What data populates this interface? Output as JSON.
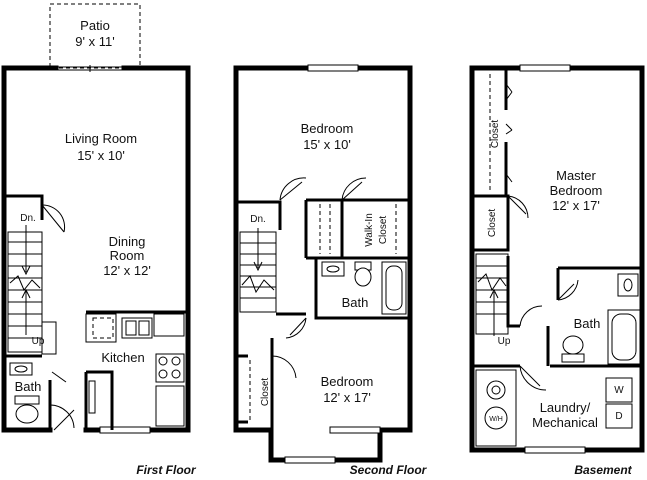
{
  "floors": {
    "first": {
      "caption": "First Floor",
      "rooms": {
        "patio_name": "Patio",
        "patio_size": "9' x 11'",
        "living_name": "Living Room",
        "living_size": "15' x 10'",
        "dining_name1": "Dining",
        "dining_name2": "Room",
        "dining_size": "12' x 12'",
        "kitchen": "Kitchen",
        "bath": "Bath",
        "stair_down": "Dn.",
        "stair_up": "Up"
      }
    },
    "second": {
      "caption": "Second Floor",
      "rooms": {
        "bed1_name": "Bedroom",
        "bed1_size": "15' x 10'",
        "walkin_1": "Walk-In",
        "walkin_2": "Closet",
        "bath": "Bath",
        "bed2_name": "Bedroom",
        "bed2_size": "12' x 17'",
        "closet": "Closet",
        "stair_down": "Dn."
      }
    },
    "basement": {
      "caption": "Basement",
      "rooms": {
        "master_1": "Master",
        "master_2": "Bedroom",
        "master_size": "12' x 17'",
        "closet_top": "Closet",
        "closet_side": "Closet",
        "bath": "Bath",
        "stair_up": "Up",
        "laundry_1": "Laundry/",
        "laundry_2": "Mechanical",
        "wh": "W/H",
        "washer": "W",
        "dryer": "D"
      }
    }
  }
}
